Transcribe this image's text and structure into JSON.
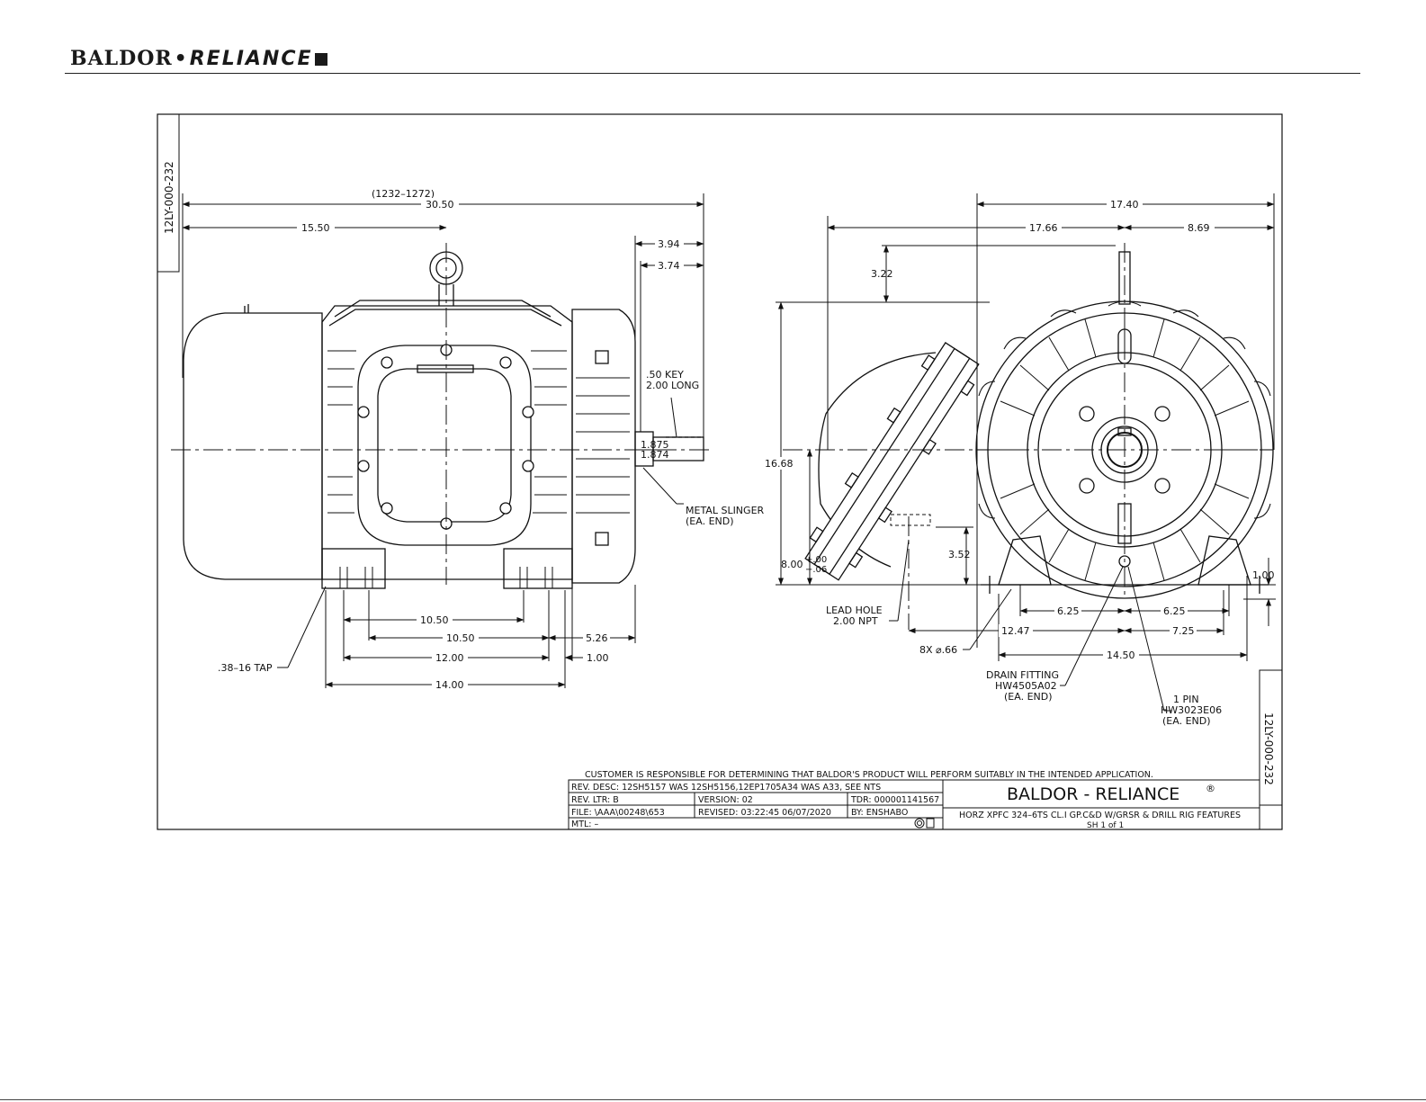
{
  "header": {
    "logo_baldor": "BALDOR",
    "logo_dot": "•",
    "logo_reliance": "RELIANCE"
  },
  "drawing_id": "12LY-000-232",
  "side_view": {
    "overall": "30.50",
    "overall_range": "(1232–1272)",
    "d_15_50": "15.50",
    "d_3_94": "3.94",
    "d_3_74": "3.74",
    "key_line1": ".50 KEY",
    "key_line2": "2.00 LONG",
    "shaft_max": "1.875",
    "shaft_min": "1.874",
    "slinger_line1": "METAL SLINGER",
    "slinger_line2": "(EA. END)",
    "d_10_50_a": "10.50",
    "d_10_50_b": "10.50",
    "d_5_26": "5.26",
    "d_12_00": "12.00",
    "d_1_00": "1.00",
    "d_14_00": "14.00",
    "tap": ".38–16 TAP"
  },
  "end_view": {
    "d_17_40": "17.40",
    "d_17_66": "17.66",
    "d_8_69": "8.69",
    "d_3_22": "3.22",
    "d_16_68": "16.68",
    "d_8_00": "8.00",
    "tol_plus": "+.00",
    "tol_minus": "−.06",
    "d_3_52": "3.52",
    "lead_line1": "LEAD HOLE",
    "lead_line2": "2.00 NPT",
    "d_6_25_a": "6.25",
    "d_6_25_b": "6.25",
    "d_12_47": "12.47",
    "d_7_25": "7.25",
    "d_1_00": "1.00",
    "holes": "8X ⌀.66",
    "d_14_50": "14.50",
    "drain_line1": "DRAIN FITTING",
    "drain_line2": "HW4505A02",
    "drain_line3": "(EA. END)",
    "pin_line1": "1 PIN",
    "pin_line2": "HW3023E06",
    "pin_line3": "(EA. END)"
  },
  "title_block": {
    "disclaimer": "CUSTOMER IS RESPONSIBLE FOR DETERMINING THAT BALDOR'S PRODUCT WILL PERFORM SUITABLY IN THE INTENDED APPLICATION.",
    "rev_desc": "REV. DESC:  12SH5157 WAS 12SH5156,12EP1705A34 WAS A33, SEE NTS",
    "rev_ltr": "REV. LTR:  B",
    "version": "VERSION: 02",
    "tdr": "TDR: 000001141567",
    "file": "FILE: \\AAA\\00248\\653",
    "revised": "REVISED: 03:22:45  06/07/2020",
    "by": "BY:  ENSHABO",
    "mtl": "MTL:  –",
    "company": "BALDOR - RELIANCE",
    "registered": "®",
    "description": "HORZ XPFC 324–6TS CL.I GP.C&D W/GRSR & DRILL RIG FEATURES",
    "sheet": "SH 1 of 1"
  }
}
